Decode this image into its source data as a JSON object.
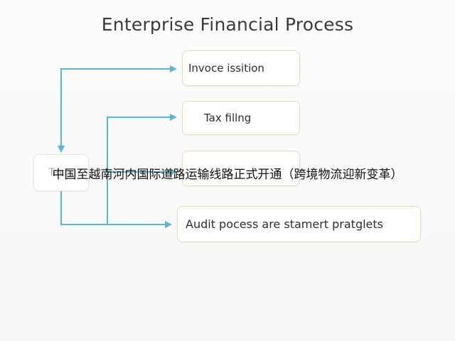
{
  "diagram": {
    "title": "Enterprise Financial Process",
    "nodes": {
      "invoice": "Invoce issition",
      "tax": "Tax fillng",
      "hidden": "",
      "audit": "Audit pocess are stamert pratglets",
      "left": "Tacc:"
    },
    "edges": [
      {
        "from": "left",
        "to": "invoice"
      },
      {
        "from": "left",
        "to": "tax"
      },
      {
        "from": "left",
        "to": "hidden"
      },
      {
        "from": "left",
        "to": "audit"
      }
    ],
    "colors": {
      "connector": "#5bb8cc",
      "box_border": "#f1d9b6",
      "title": "#3a3a3a"
    }
  },
  "overlay": {
    "caption": "中国至越南河内国际道路运输线路正式开通（跨境物流迎新变革）"
  }
}
